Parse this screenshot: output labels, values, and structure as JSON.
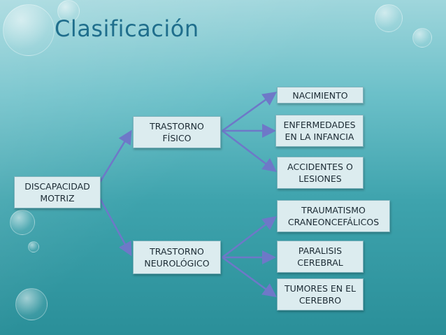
{
  "title": "Clasificación",
  "root": {
    "label": "DISCAPACIDAD\nMOTRIZ"
  },
  "branches": [
    {
      "label": "TRASTORNO\nFÍSICO",
      "children": [
        "NACIMIENTO",
        "ENFERMEDADES\nEN LA INFANCIA",
        "ACCIDENTES O\nLESIONES"
      ]
    },
    {
      "label": "TRASTORNO\nNEUROLÓGICO",
      "children": [
        "TRAUMATISMO\nCRANEONCEFÁLICOS",
        "PARALISIS\nCEREBRAL",
        "TUMORES EN EL\nCEREBRO"
      ]
    }
  ],
  "colors": {
    "arrow": "#6e78c8",
    "box_fill": "#dcecef",
    "title": "#1f6e8c"
  }
}
